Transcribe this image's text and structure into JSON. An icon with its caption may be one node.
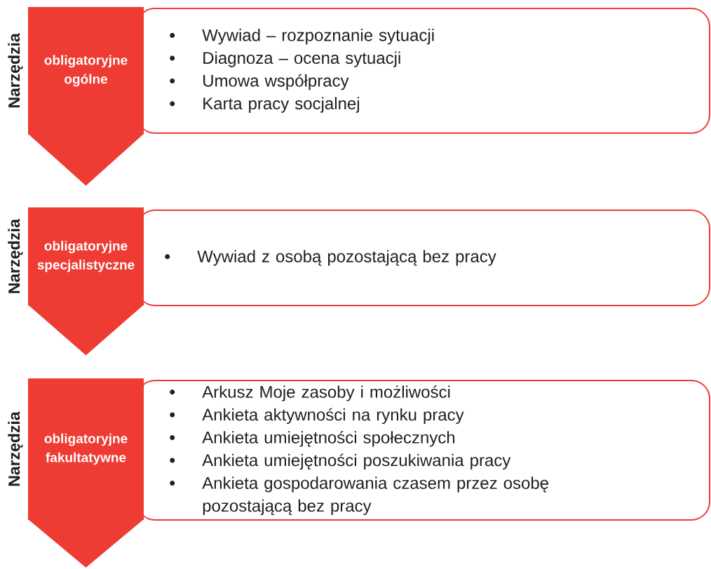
{
  "diagram": {
    "nodes": [
      {
        "text": [
          "obligatoryjne ogólne"
        ],
        "beside": [
          "Narzędzia"
        ]
      },
      {
        "text": [
          "Wywiad – rozpoznanie sytuacji",
          "Diagnoza – ocena sytuacji",
          "Umowa współpracy",
          "Karta pracy socjalnej"
        ]
      },
      {
        "text": [
          "obligatoryjne specjalistyczne"
        ],
        "beside": [
          "Narzędzia"
        ]
      },
      {
        "text": [
          "Wywiad z osobą pozostającą bez pracy"
        ]
      },
      {
        "text": [
          "obligatoryjne fakultatywne"
        ],
        "beside": [
          "Narzędzia"
        ]
      },
      {
        "text": [
          "Arkusz Moje zasoby i możliwości",
          "Ankieta aktywności na rynku pracy",
          "Ankieta umiejętności społecznych",
          "Ankieta umiejętności poszukiwania pracy",
          "Ankieta gospodarowania czasem przez osobę pozostającą bez pracy"
        ]
      }
    ]
  }
}
